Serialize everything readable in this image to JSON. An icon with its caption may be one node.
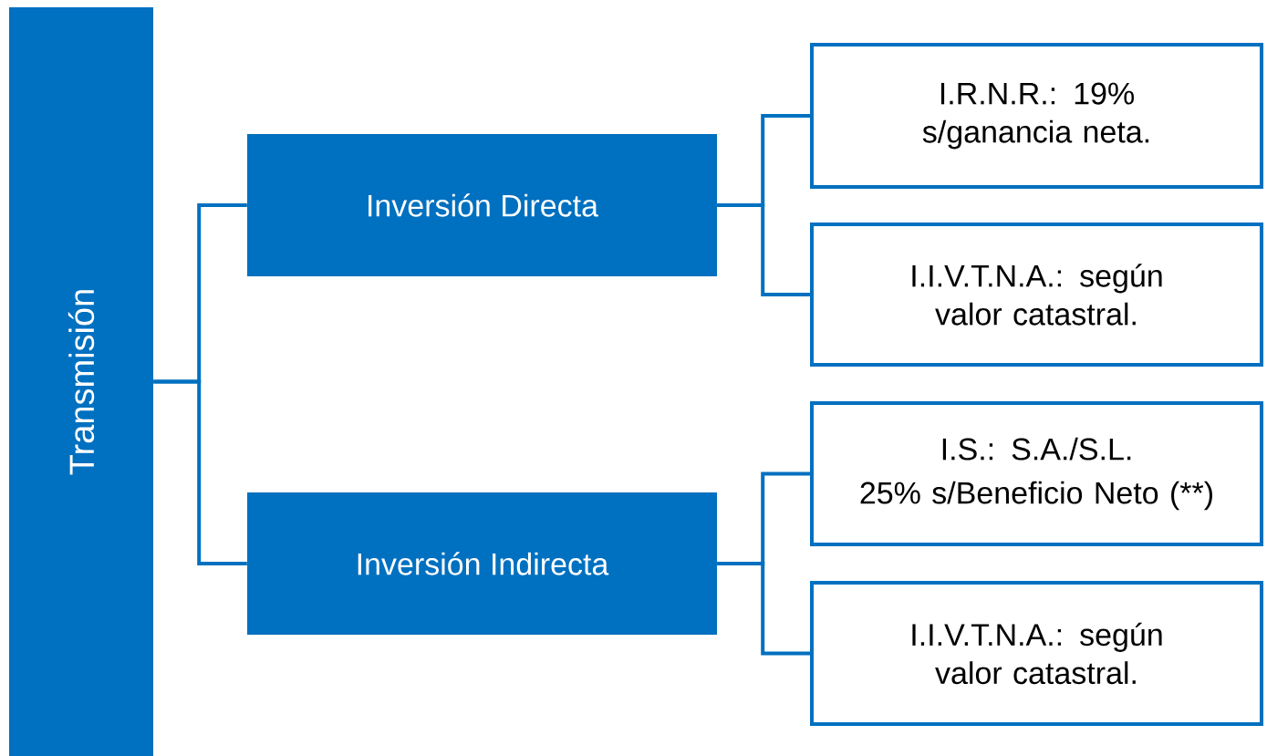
{
  "diagram": {
    "nodes": [
      {
        "text": [
          "Transmisión"
        ]
      },
      {
        "text": [
          "Inversión Directa"
        ]
      },
      {
        "text": [
          "Inversión Indirecta"
        ]
      },
      {
        "text": [
          "I.R.N.R.: 19% s/ganancia neta."
        ]
      },
      {
        "text": [
          "I.I.V.T.N.A.: según valor catastral."
        ]
      },
      {
        "text": [
          "I.S.: S.A./S.L.",
          "25% s/Beneficio Neto (**)"
        ]
      },
      {
        "text": [
          "I.I.V.T.N.A.: según valor catastral."
        ]
      }
    ],
    "edges": [
      {
        "from": 0,
        "to": 1,
        "arrow": "none"
      },
      {
        "from": 0,
        "to": 2,
        "arrow": "none"
      },
      {
        "from": 1,
        "to": 3,
        "arrow": "none"
      },
      {
        "from": 1,
        "to": 4,
        "arrow": "none"
      },
      {
        "from": 2,
        "to": 5,
        "arrow": "none"
      },
      {
        "from": 2,
        "to": 6,
        "arrow": "none"
      }
    ]
  }
}
